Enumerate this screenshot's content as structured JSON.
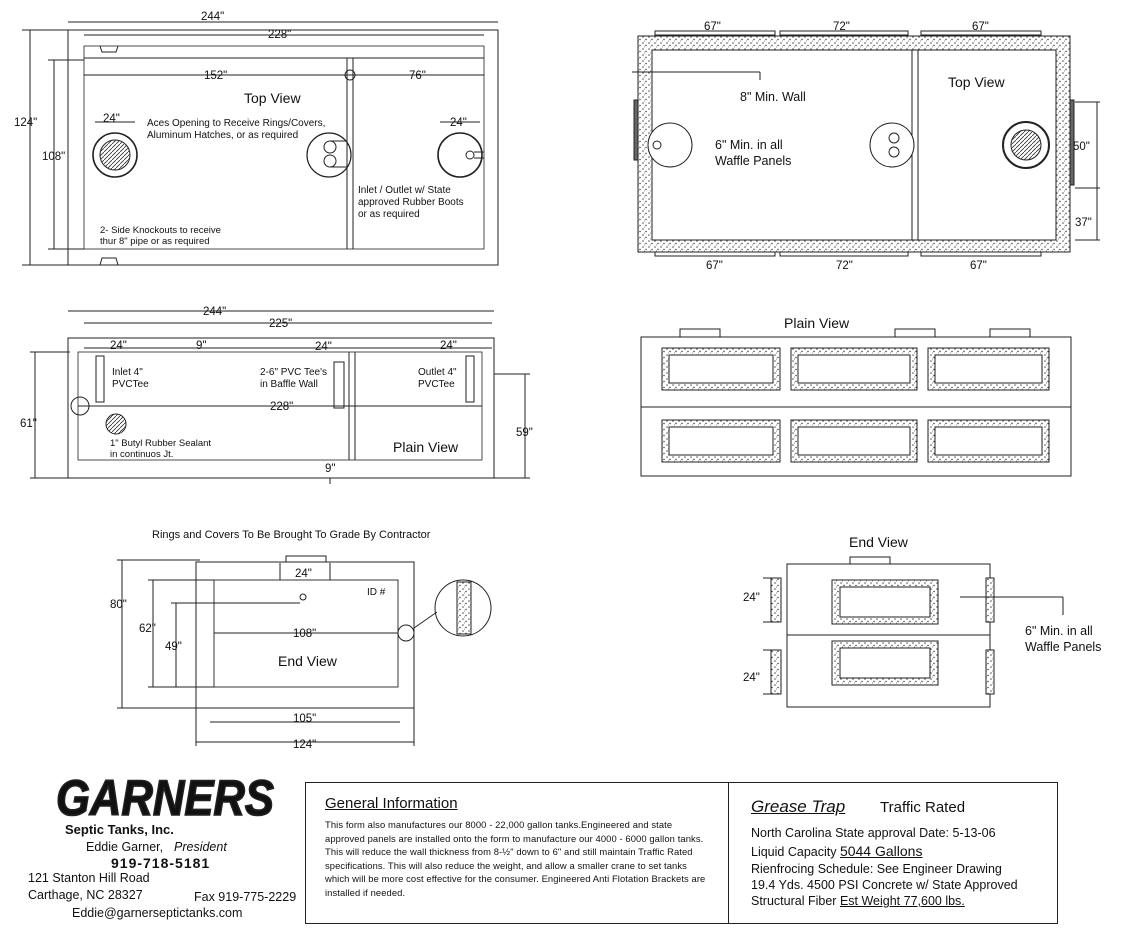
{
  "top_view_1": {
    "dims": {
      "overall": "244\"",
      "inner": "228\"",
      "left_comp": "152\"",
      "right_comp": "76\"",
      "height_outer": "124\"",
      "height_inner": "108\"",
      "opening_left": "24\"",
      "opening_right": "24\""
    },
    "title": "Top View",
    "note_access": [
      "Aces Opening to Receive Rings/Covers,",
      "Aluminum Hatches, or as required"
    ],
    "note_inlet": [
      "Inlet / Outlet w/ State",
      "approved Rubber Boots",
      "or as required"
    ],
    "note_knockouts": [
      "2- Side Knockouts to receive",
      "thur 8\" pipe or as required"
    ]
  },
  "top_view_2": {
    "dims": {
      "top_a": "67\"",
      "top_b": "72\"",
      "top_c": "67\"",
      "bot_a": "67\"",
      "bot_b": "72\"",
      "bot_c": "67\"",
      "right_a": "50\"",
      "right_b": "37\""
    },
    "title": "Top View",
    "note_wall": "8\" Min. Wall",
    "note_waffle": [
      "6\" Min. in all",
      "Waffle Panels"
    ]
  },
  "side_view_1": {
    "dims": {
      "overall": "244\"",
      "inner": "225\"",
      "d1": "24\"",
      "d2": "9\"",
      "d3": "24\"",
      "d4": "24\"",
      "length": "228\"",
      "bottom": "9\"",
      "height_left": "61\"",
      "height_right": "59\""
    },
    "title": "Plain View",
    "note_inlet": [
      "Inlet 4\"",
      "PVCTee"
    ],
    "note_baffle": [
      "2-6\" PVC Tee's",
      "in Baffle Wall"
    ],
    "note_outlet": [
      "Outlet 4\"",
      "PVCTee"
    ],
    "note_sealant": [
      "1\" Butyl Rubber Sealant",
      "in continuos Jt."
    ]
  },
  "side_view_2": {
    "title": "Plain View"
  },
  "end_view_1": {
    "header": "Rings and Covers To Be Brought To Grade By Contractor",
    "dims": {
      "opening": "24\"",
      "h80": "80\"",
      "h62": "62\"",
      "h49": "49\"",
      "w108": "108\"",
      "w105": "105\"",
      "w124": "124\""
    },
    "id_label": "ID #",
    "title": "End View"
  },
  "end_view_2": {
    "title": "End View",
    "dims": {
      "a": "24\"",
      "b": "24\""
    },
    "note_waffle": [
      "6\" Min. in all",
      "Waffle Panels"
    ]
  },
  "company": {
    "logo": "GARNERS",
    "sub": "Septic Tanks, Inc.",
    "contact": "Eddie Garner,",
    "contact_role": "President",
    "phone": "919-718-5181",
    "address1": "121 Stanton Hill Road",
    "address2": "Carthage, NC 28327",
    "fax": "Fax 919-775-2229",
    "email": "Eddie@garnerseptictanks.com"
  },
  "general_info": {
    "title": "General Information",
    "body": "This form also manufactures our 8000 - 22,000 gallon tanks.Engineered and state approved panels are installed onto the form to manufacture our 4000 - 6000 gallon tanks. This will reduce the wall thickness from 8-½\" down to 6\" and still maintain Traffic Rated specifications. This will also reduce the weight, and allow a smaller crane to set tanks which will be more cost effective for the consumer. Engineered Anti Flotation Brackets are installed if needed."
  },
  "product": {
    "title": "Grease Trap",
    "subtitle": "Traffic Rated",
    "approval": "North Carolina State approval Date:  5-13-06",
    "capacity_label": "Liquid Capacity",
    "capacity": "5044 Gallons",
    "reinforcing": "Rienfrocing Schedule: See Engineer Drawing",
    "concrete": "19.4 Yds. 4500 PSI Concrete w/ State Approved",
    "fiber_label": "Structural Fiber",
    "weight": "Est Weight  77,600 lbs."
  }
}
